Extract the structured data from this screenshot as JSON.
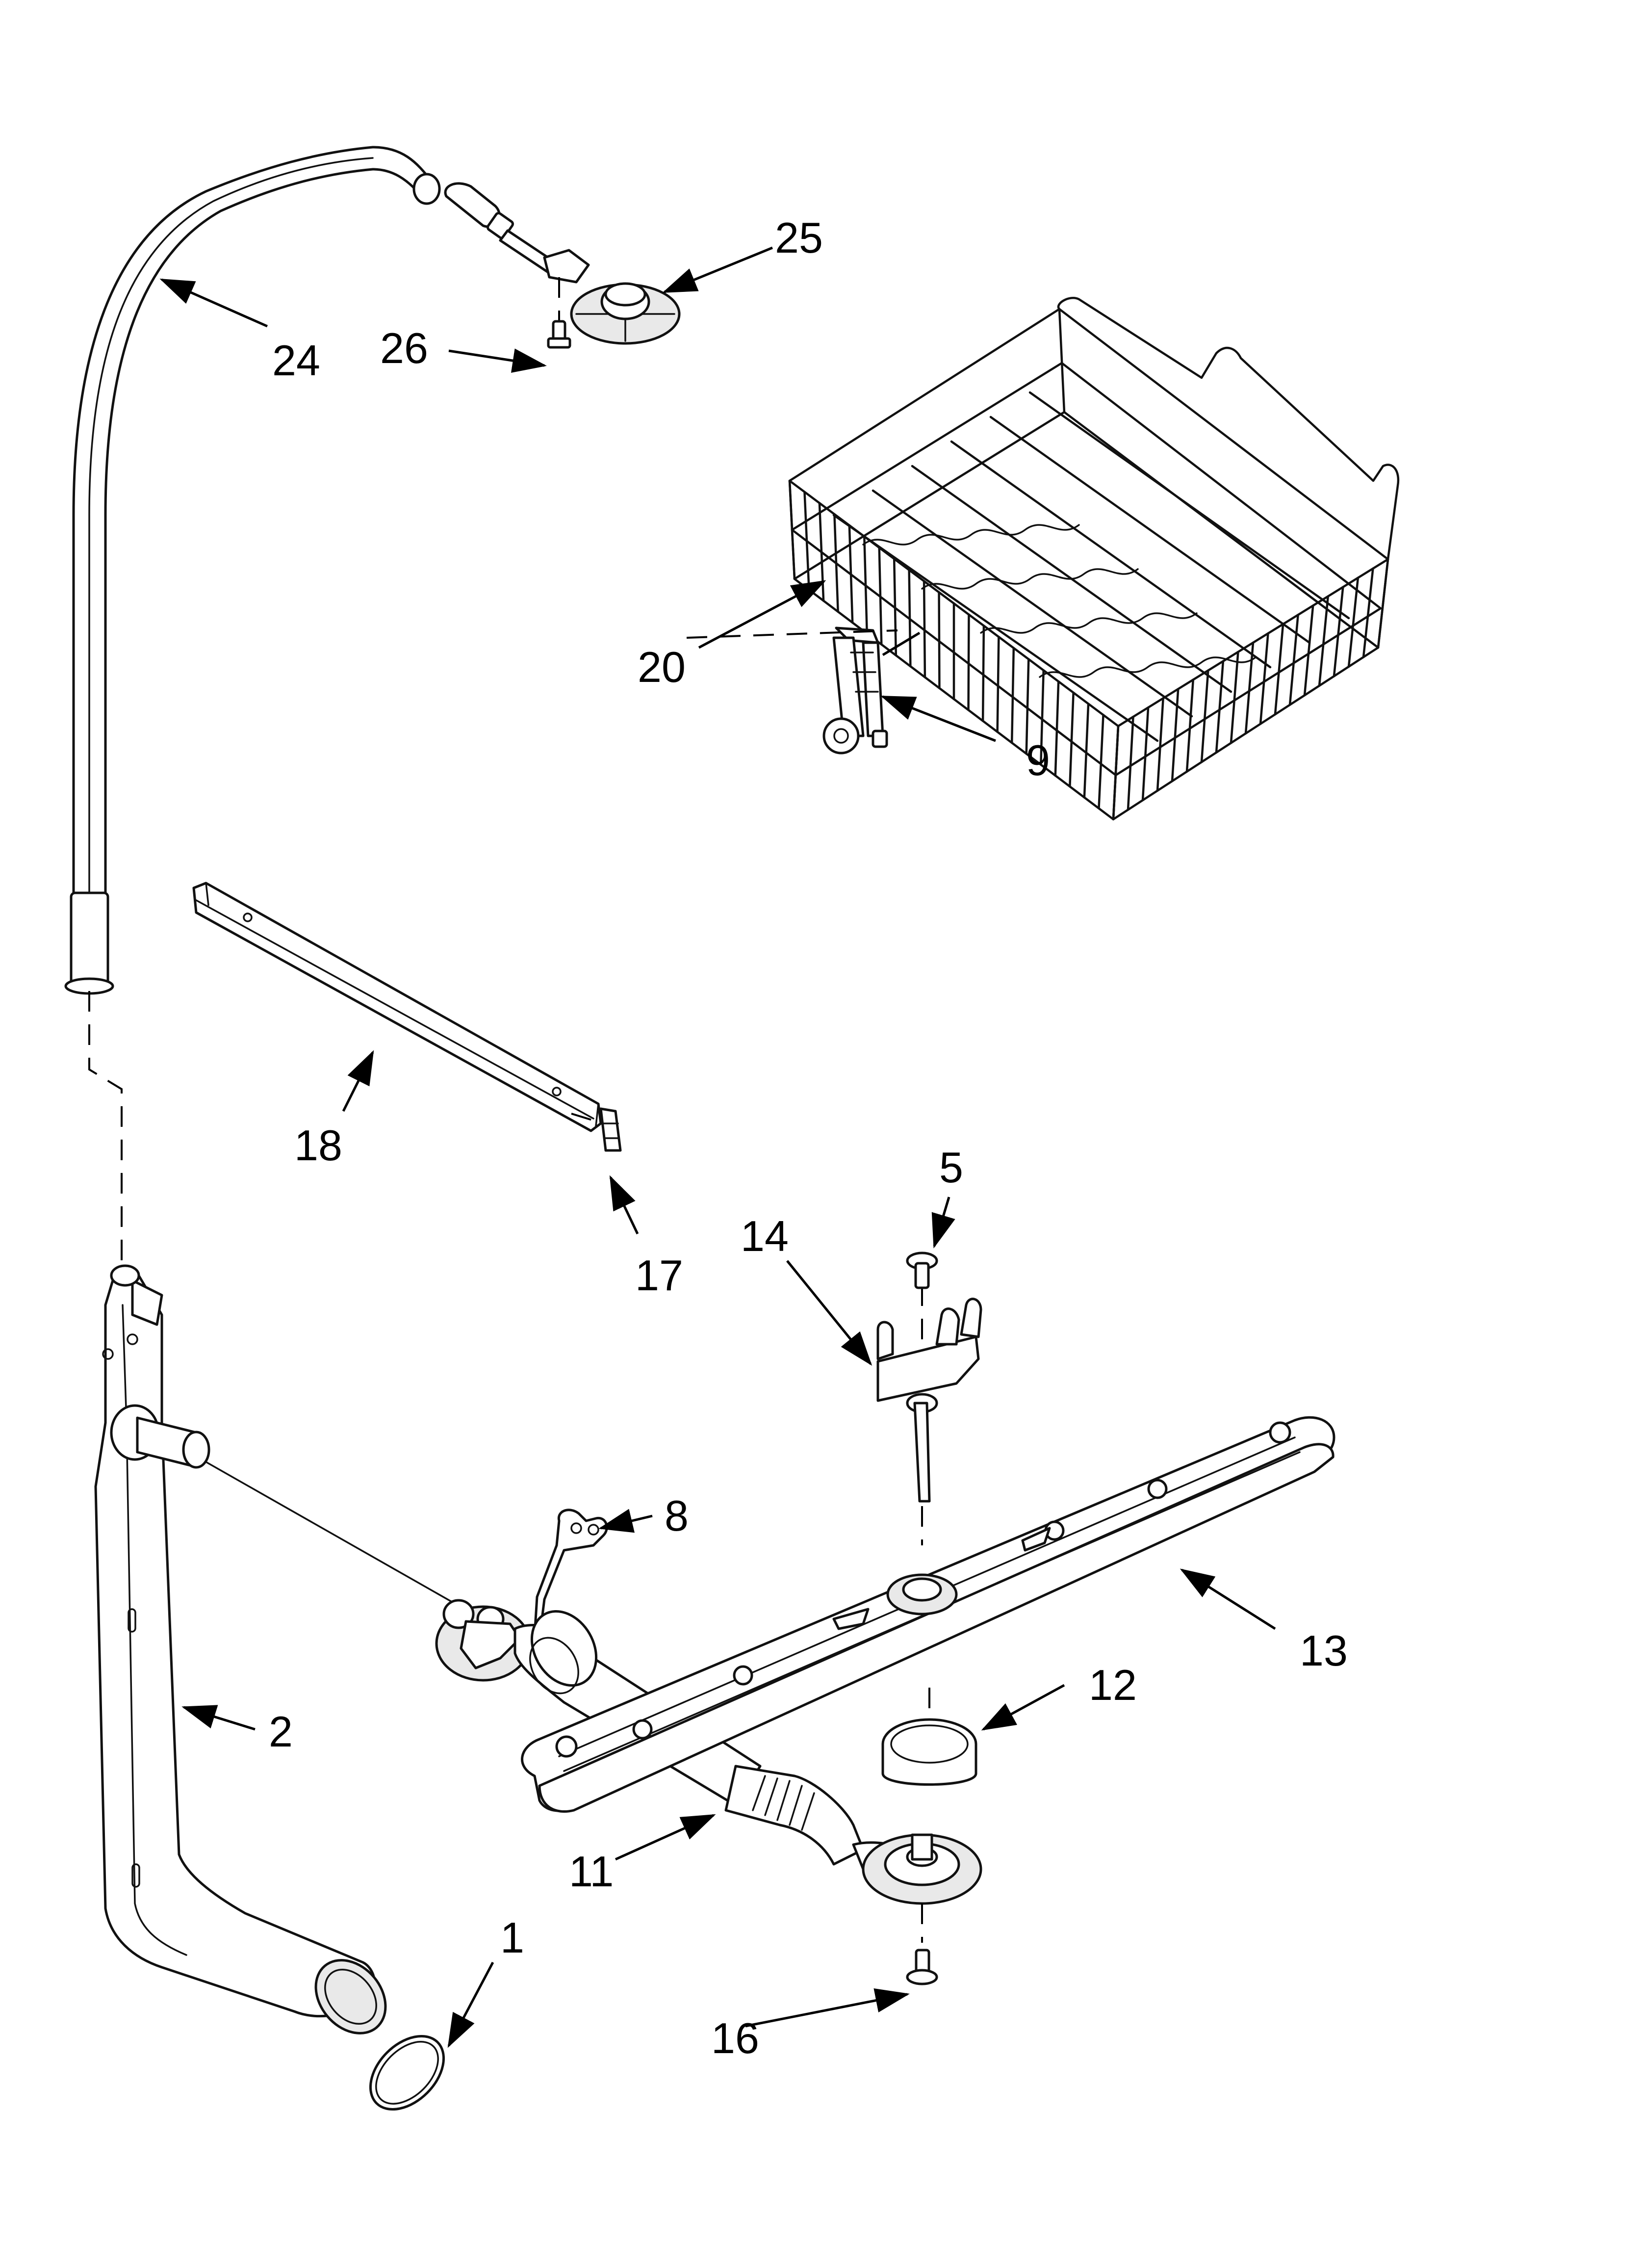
{
  "diagram": {
    "callouts": [
      {
        "id": "c1",
        "label": "1"
      },
      {
        "id": "c2",
        "label": "2"
      },
      {
        "id": "c5",
        "label": "5"
      },
      {
        "id": "c8",
        "label": "8"
      },
      {
        "id": "c9",
        "label": "9"
      },
      {
        "id": "c11",
        "label": "11"
      },
      {
        "id": "c12",
        "label": "12"
      },
      {
        "id": "c13",
        "label": "13"
      },
      {
        "id": "c14",
        "label": "14"
      },
      {
        "id": "c16",
        "label": "16"
      },
      {
        "id": "c17",
        "label": "17"
      },
      {
        "id": "c18",
        "label": "18"
      },
      {
        "id": "c20",
        "label": "20"
      },
      {
        "id": "c24",
        "label": "24"
      },
      {
        "id": "c25",
        "label": "25"
      },
      {
        "id": "c26",
        "label": "26"
      }
    ]
  }
}
